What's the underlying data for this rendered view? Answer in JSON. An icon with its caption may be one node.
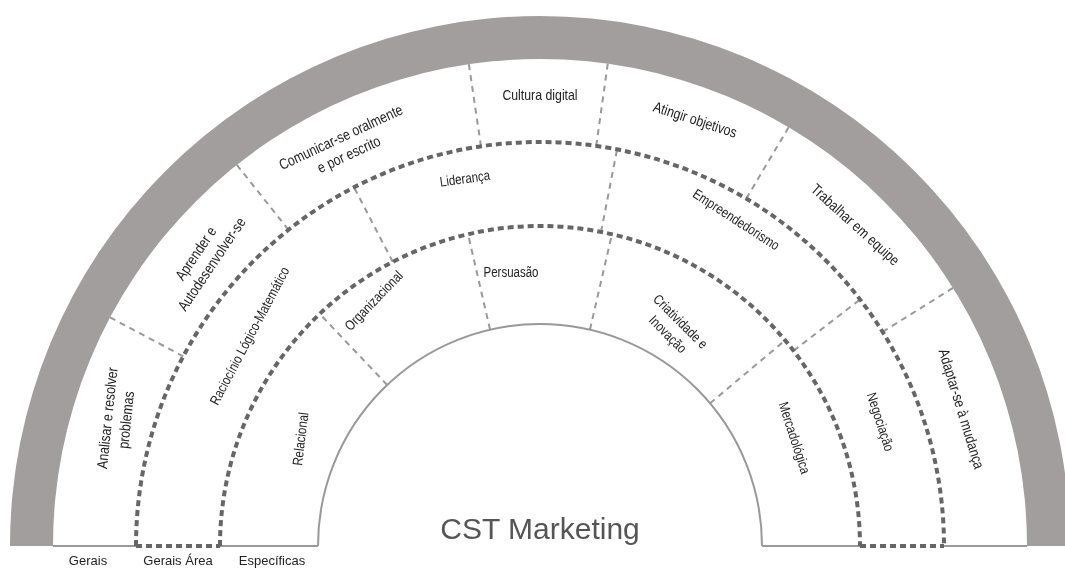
{
  "diagram": {
    "nodes": [
      {
        "text": [
          "Analisar e resolver problemas"
        ]
      },
      {
        "text": [
          "Aprender e Autodesenvolver-se"
        ]
      },
      {
        "text": [
          "Comunicar-se oralmente e por escrito"
        ]
      },
      {
        "text": [
          "Cultura digital"
        ]
      },
      {
        "text": [
          "Atingir objetivos"
        ]
      },
      {
        "text": [
          "Trabalhar em equipe"
        ]
      },
      {
        "text": [
          "Adaptar-se à mudança"
        ]
      },
      {
        "text": [
          "Raciocínio Lógico-Matemático"
        ]
      },
      {
        "text": [
          "Liderança"
        ]
      },
      {
        "text": [
          "Empreendedorismo"
        ]
      },
      {
        "text": [
          "Negociação"
        ]
      },
      {
        "text": [
          "Relacional"
        ]
      },
      {
        "text": [
          "Organizacional"
        ]
      },
      {
        "text": [
          "Persuasão"
        ]
      },
      {
        "text": [
          "Criatividade e Inovação"
        ]
      },
      {
        "text": [
          "Mercadológica"
        ]
      },
      {
        "text": [
          "CST Marketing"
        ]
      }
    ],
    "labels": [
      "Gerais",
      "Gerais Área",
      "Específicas"
    ]
  }
}
